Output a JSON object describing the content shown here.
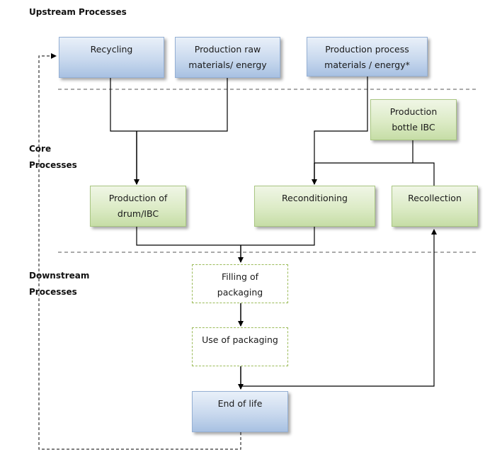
{
  "diagram": {
    "sections": {
      "upstream": "Upstream Processes",
      "core": "Core\nProcesses",
      "downstream": "Downstream\nProcesses"
    },
    "nodes": {
      "recycling": "Recycling",
      "production_raw": "Production raw\nmaterials/ energy",
      "production_process": "Production process\nmaterials / energy*",
      "production_bottle": "Production\nbottle IBC",
      "production_drum": "Production of\ndrum/IBC",
      "reconditioning": "Reconditioning",
      "recollection": "Recollection",
      "filling": "Filling of\npackaging",
      "use": "Use of packaging",
      "end_of_life": "End of life"
    },
    "colors": {
      "upstream_box": "#b8cde9",
      "core_box": "#d4e6bb",
      "downstream_box_border": "#9bbb59",
      "line": "#000000"
    }
  }
}
